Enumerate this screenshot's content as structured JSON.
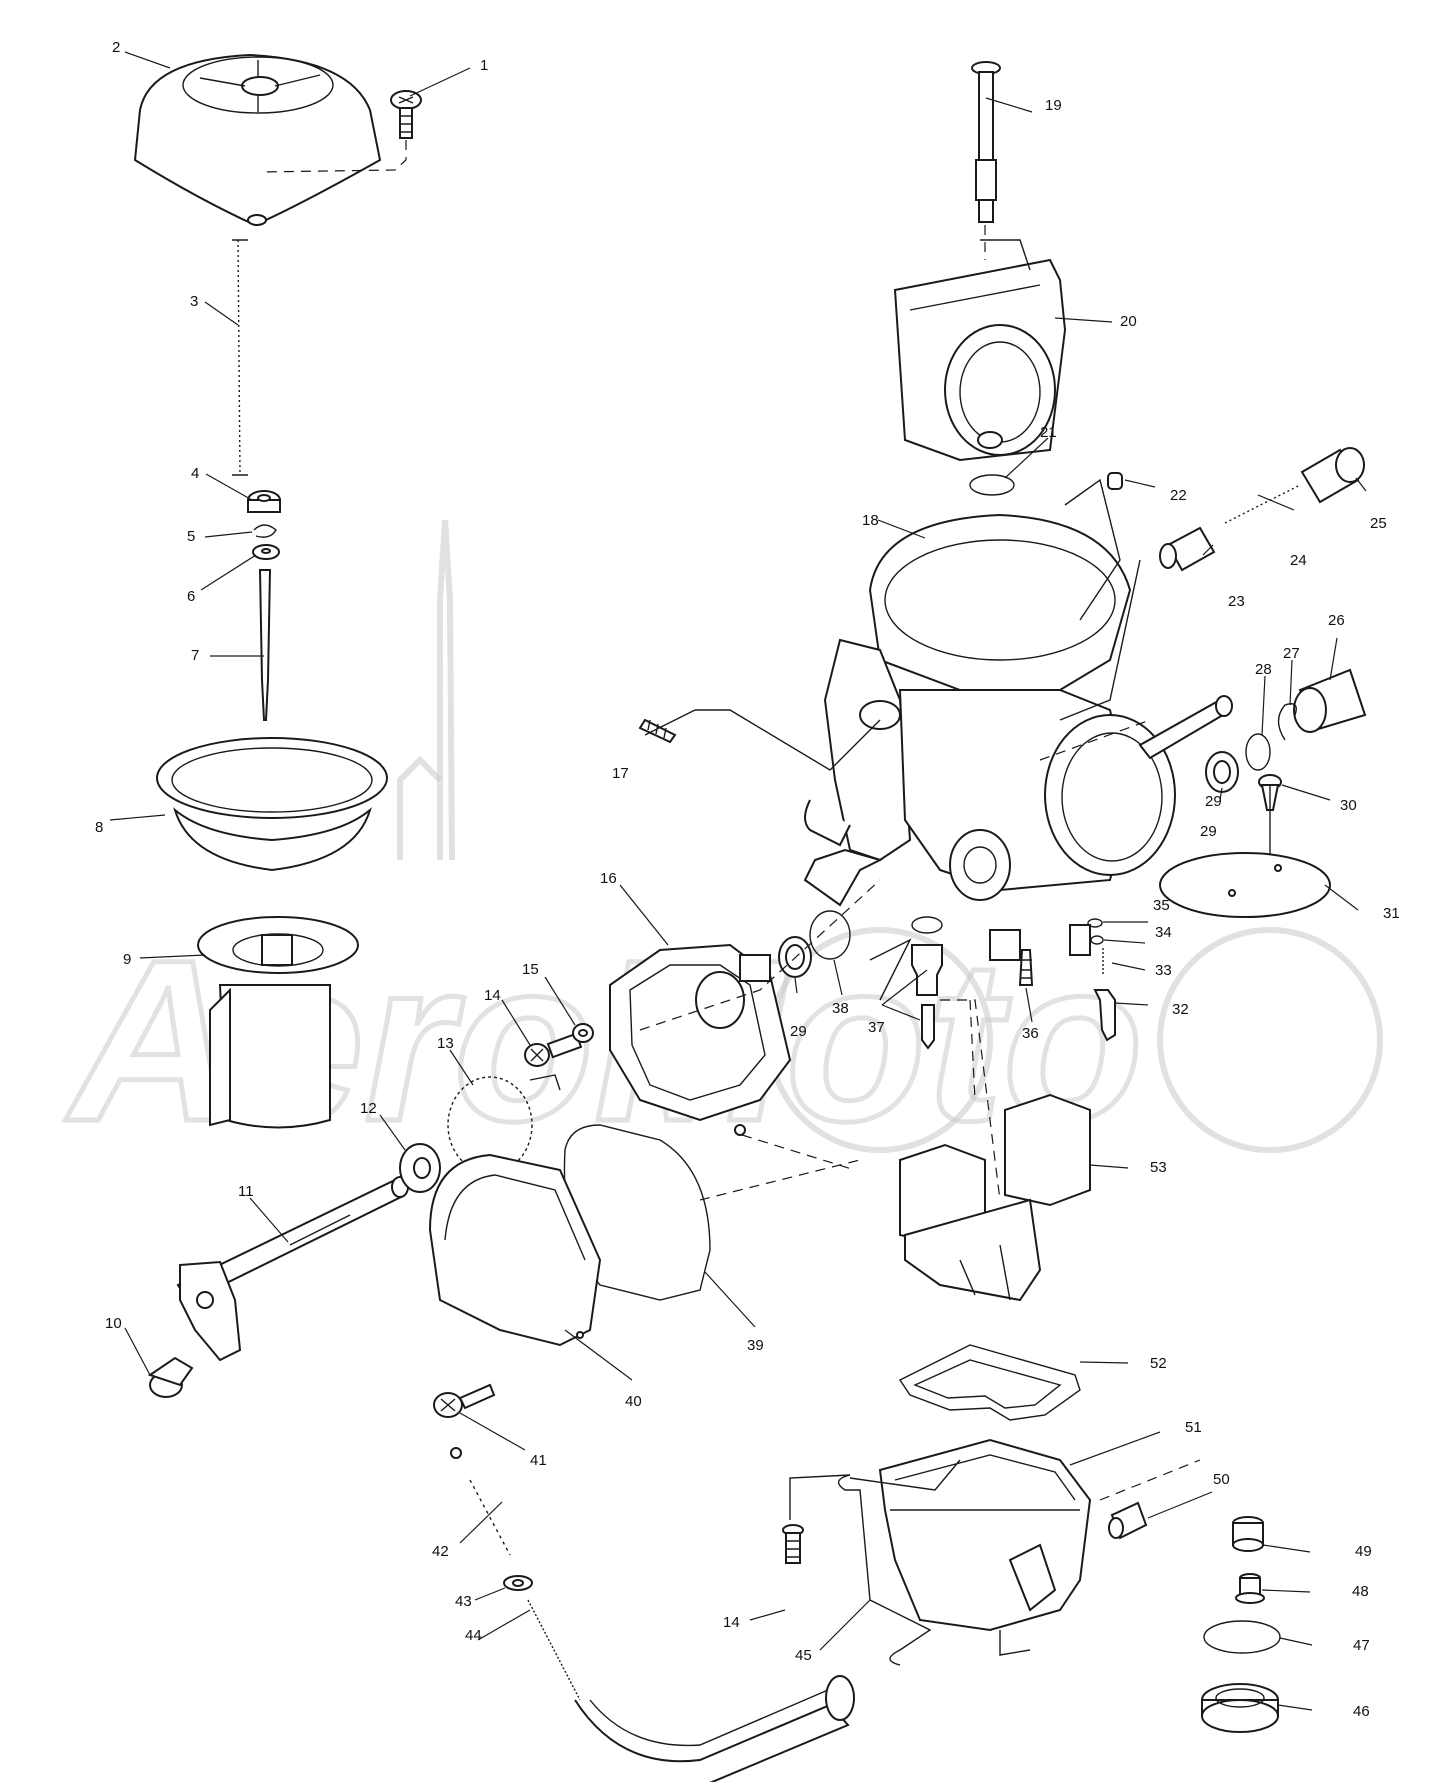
{
  "labels": {
    "n1": "1",
    "n2": "2",
    "n3": "3",
    "n4": "4",
    "n5": "5",
    "n6": "6",
    "n7": "7",
    "n8": "8",
    "n9": "9",
    "n10": "10",
    "n11": "11",
    "n12": "12",
    "n13": "13",
    "n14": "14",
    "n14b": "14",
    "n15": "15",
    "n16": "16",
    "n17": "17",
    "n18": "18",
    "n19": "19",
    "n20": "20",
    "n21": "21",
    "n22": "22",
    "n23": "23",
    "n24": "24",
    "n25": "25",
    "n26": "26",
    "n27": "27",
    "n28": "28",
    "n29": "29",
    "n29b": "29",
    "n29c": "29",
    "n30": "30",
    "n31": "31",
    "n32": "32",
    "n33": "33",
    "n34": "34",
    "n35": "35",
    "n36": "36",
    "n37": "37",
    "n38": "38",
    "n39": "39",
    "n40": "40",
    "n41": "41",
    "n42": "42",
    "n43": "43",
    "n44": "44",
    "n45": "45",
    "n46": "46",
    "n47": "47",
    "n48": "48",
    "n49": "49",
    "n50": "50",
    "n51": "51",
    "n52": "52",
    "n53": "53"
  },
  "watermark": {
    "text": "AeroMoto",
    "color": "#c9c9c9"
  },
  "colors": {
    "ink": "#1a1a1a",
    "paper": "#ffffff"
  }
}
